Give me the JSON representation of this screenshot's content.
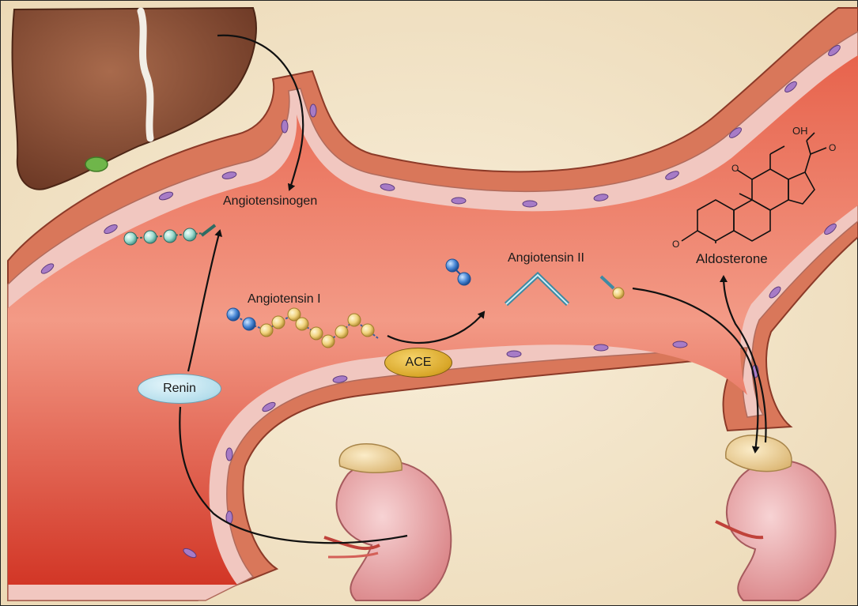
{
  "labels": {
    "angiotensinogen": "Angiotensinogen",
    "angiotensin_i": "Angiotensin I",
    "angiotensin_ii": "Angiotensin II",
    "aldosterone": "Aldosterone",
    "renin": "Renin",
    "ace": "ACE",
    "oh_group": "OH",
    "keto_o": "O"
  },
  "colors": {
    "background": "#f3e6cc",
    "vessel_wall": "#d9775a",
    "lumen": "#d63a2c",
    "liver": "#8a4f36",
    "kidney": "#eaa3a6",
    "adrenal": "#f1d7a2",
    "renin_enzyme": "#b5deec",
    "ace_enzyme": "#d8a628",
    "peptide_blue": "#4a88d6",
    "peptide_yellow": "#f0d27c"
  }
}
